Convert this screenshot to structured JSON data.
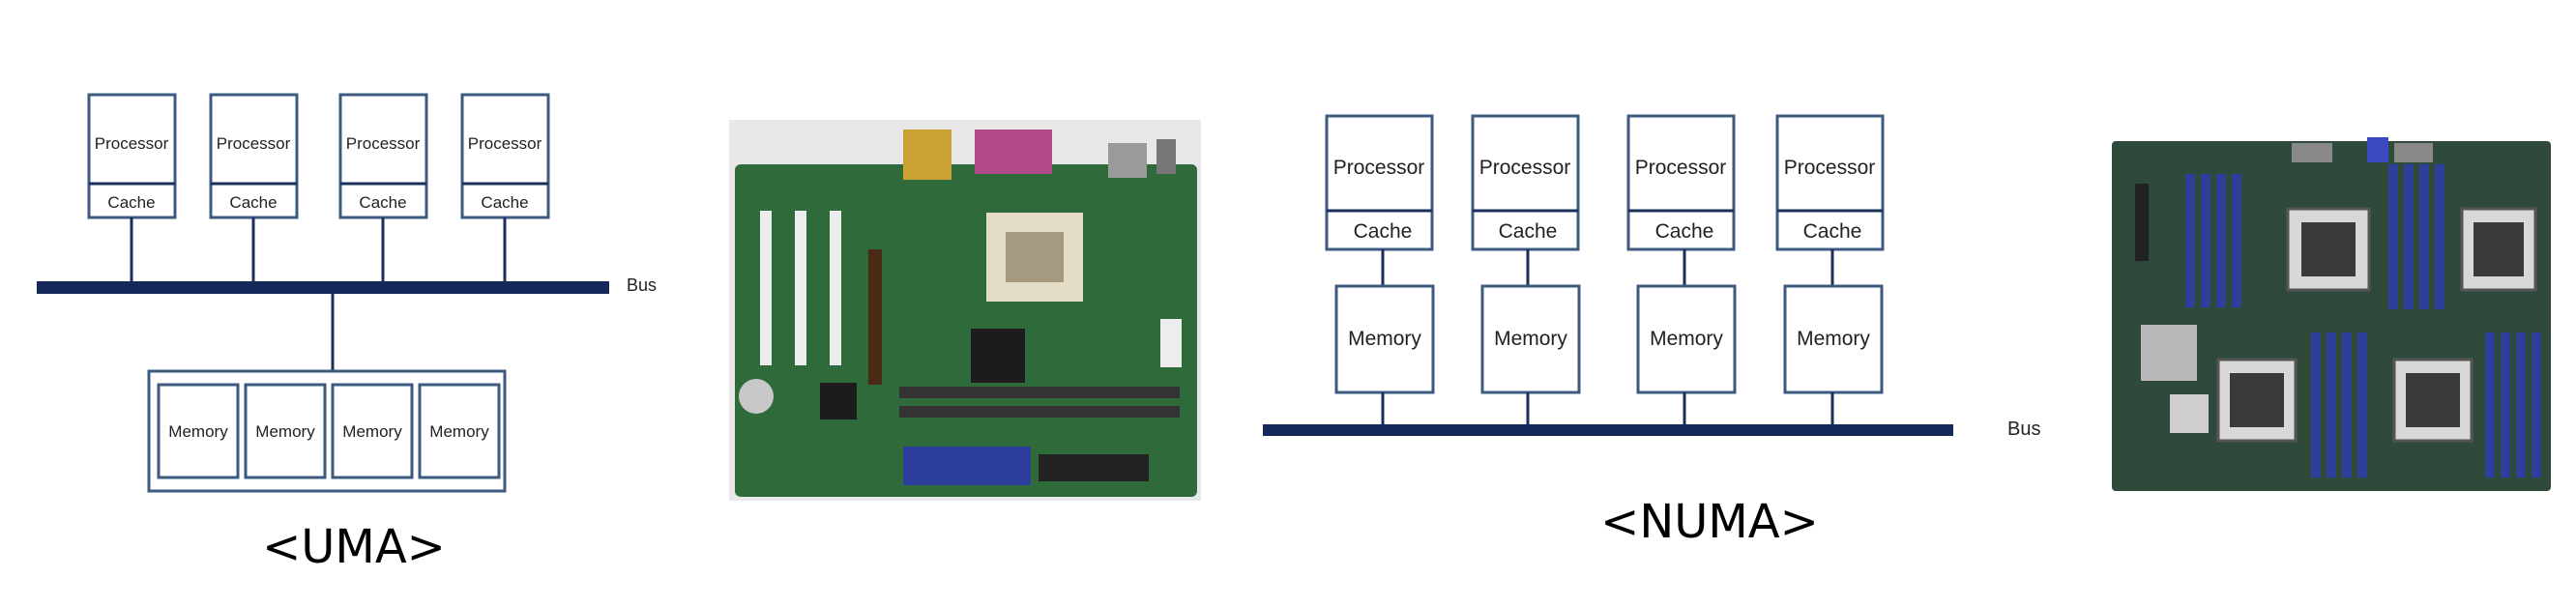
{
  "uma": {
    "processors": [
      "Processor",
      "Processor",
      "Processor",
      "Processor"
    ],
    "caches": [
      "Cache",
      "Cache",
      "Cache",
      "Cache"
    ],
    "bus_label": "Bus",
    "memories": [
      "Memory",
      "Memory",
      "Memory",
      "Memory"
    ],
    "caption": "<UMA>"
  },
  "numa": {
    "processors": [
      "Processor",
      "Processor",
      "Processor",
      "Processor"
    ],
    "caches": [
      "Cache",
      "Cache",
      "Cache",
      "Cache"
    ],
    "memories": [
      "Memory",
      "Memory",
      "Memory",
      "Memory"
    ],
    "bus_label": "Bus",
    "caption": "<NUMA>"
  },
  "colors": {
    "bus": "#14285a",
    "box_border": "#3d5a80",
    "pcb_green": "#2f6a3a",
    "ram_blue": "#2d3f9a"
  }
}
